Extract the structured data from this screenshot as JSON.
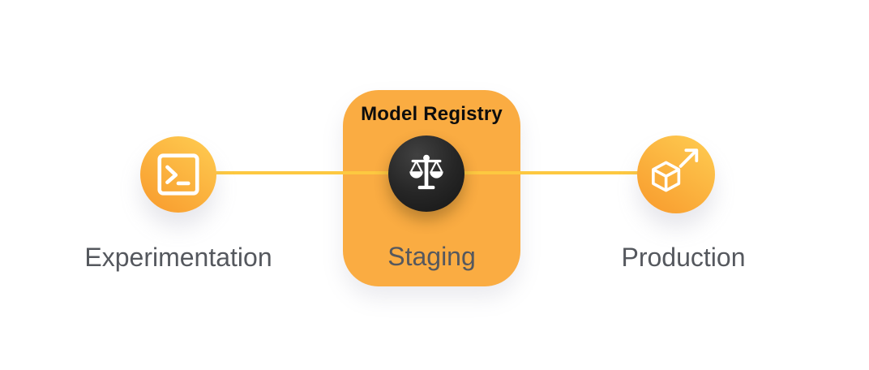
{
  "diagram": {
    "registry": {
      "title": "Model Registry"
    },
    "stages": [
      {
        "id": "experimentation",
        "label": "Experimentation",
        "icon": "terminal-icon"
      },
      {
        "id": "staging",
        "label": "Staging",
        "icon": "balance-scales-icon"
      },
      {
        "id": "production",
        "label": "Production",
        "icon": "cube-launch-icon"
      }
    ],
    "colors": {
      "node_gradient_top": "#FEC94F",
      "node_gradient_bottom": "#F89C2E",
      "registry_card": "#FAAC42",
      "connector_line": "#FDC840",
      "staging_circle_dark": "#1C1C1C",
      "label_text": "#55585E",
      "title_text": "#0D0D0D",
      "icon": "#FFFFFF",
      "background": "#FFFFFF"
    }
  }
}
